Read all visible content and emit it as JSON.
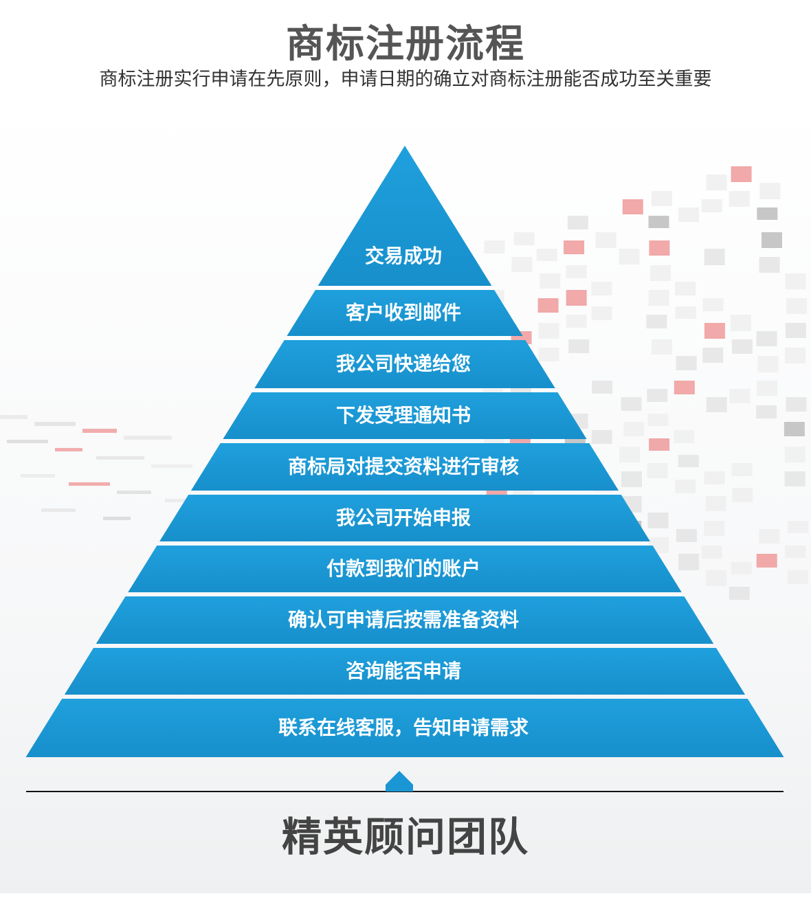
{
  "header": {
    "title": "商标注册流程",
    "subtitle": "商标注册实行申请在先原则，申请日期的确立对商标注册能否成功至关重要"
  },
  "pyramid": {
    "steps": [
      "交易成功",
      "客户收到邮件",
      "我公司快递给您",
      "下发受理通知书",
      "商标局对提交资料进行审核",
      "我公司开始申报",
      "付款到我们的账户",
      "确认可申请后按需准备资料",
      "咨询能否申请",
      "联系在线客服，告知申请需求"
    ]
  },
  "footer": {
    "title": "精英顾问团队"
  },
  "colors": {
    "pyramid_blue": "#1b96d4",
    "title_gray": "#555555",
    "accent_red": "#ef9a9a",
    "accent_gray": "#bdbdbd"
  }
}
